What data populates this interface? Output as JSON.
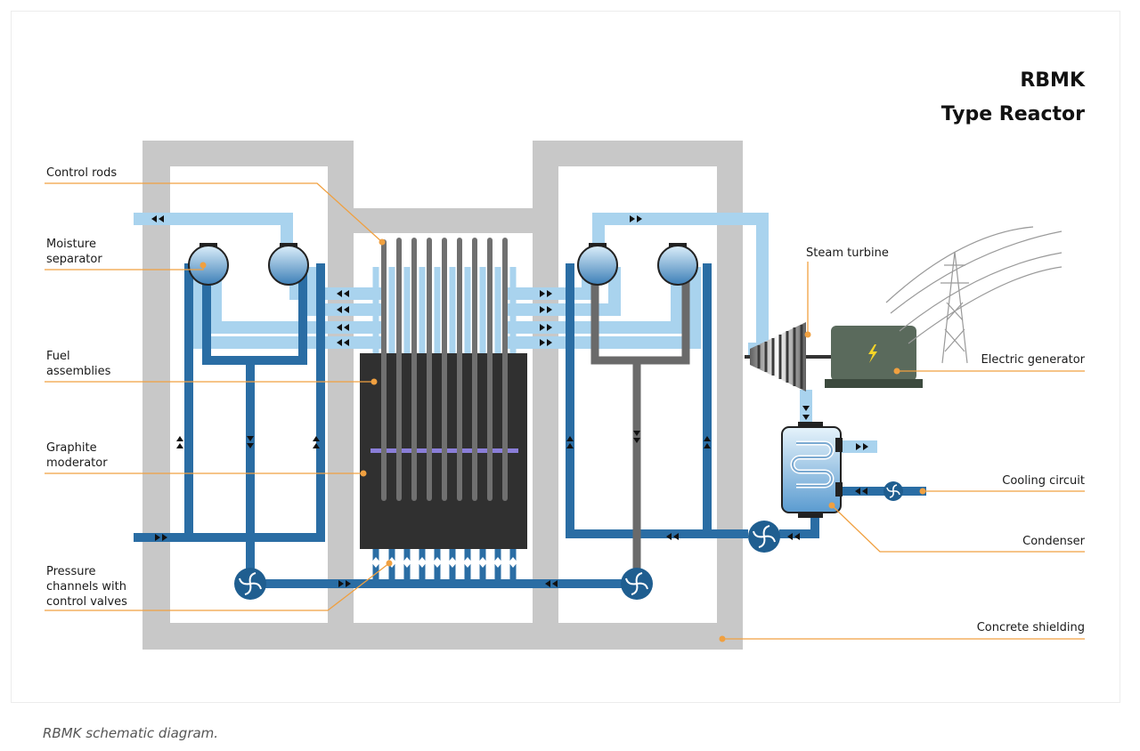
{
  "diagram": {
    "title": [
      "RBMK",
      "Type Reactor"
    ],
    "labels": {
      "control_rods": "Control rods",
      "moisture_separator": "Moisture\nseparator",
      "fuel_assemblies": "Fuel\nassemblies",
      "graphite_moderator": "Graphite\nmoderator",
      "pressure_channels": "Pressure\nchannels with\ncontrol valves",
      "steam_turbine": "Steam turbine",
      "electric_generator": "Electric generator",
      "cooling_circuit": "Cooling circuit",
      "condenser": "Condenser",
      "concrete_shielding": "Concrete shielding"
    },
    "caption": "RBMK schematic diagram.",
    "colors": {
      "concrete": "#c8c8c8",
      "steam_pipe": "#a9d3ee",
      "water_pipe": "#2a6da4",
      "control_rod": "#707070",
      "core": "#303030",
      "leader_line": "#f0a040",
      "generator": "#5a6a5c",
      "bolt": "#f5d428"
    },
    "icons": [
      "pump-icon",
      "lightning-bolt-icon",
      "power-pylon-icon",
      "flow-arrow-icon"
    ]
  }
}
